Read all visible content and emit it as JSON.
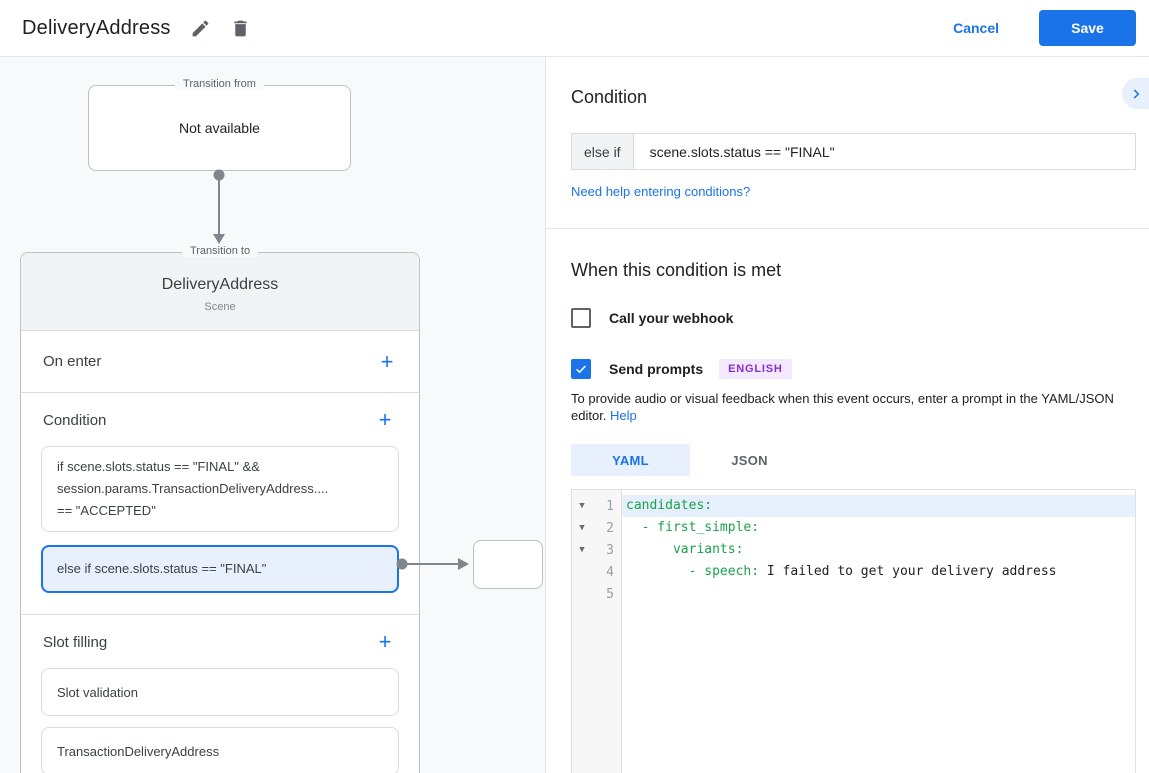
{
  "header": {
    "title": "DeliveryAddress",
    "cancel_label": "Cancel",
    "save_label": "Save"
  },
  "icons": {
    "plus": "+",
    "fold_open": "▼"
  },
  "colors": {
    "accent": "#1a73e8",
    "selected_bg": "#e8f0fe",
    "badge_bg": "#f3e8fd",
    "badge_text": "#8430ce",
    "code_key_green": "#1ca14a",
    "canvas_bg": "#f8f9fa"
  },
  "diagram": {
    "transition_from": {
      "label": "Transition from",
      "content": "Not available"
    },
    "transition_to": {
      "label": "Transition to",
      "scene_name": "DeliveryAddress",
      "scene_type": "Scene",
      "on_enter": {
        "title": "On enter"
      },
      "condition": {
        "title": "Condition",
        "items": [
          {
            "selected": false,
            "lines": [
              "if scene.slots.status == \"FINAL\" &&",
              "session.params.TransactionDeliveryAddress....",
              "== \"ACCEPTED\""
            ]
          },
          {
            "selected": true,
            "lines": [
              "else if scene.slots.status == \"FINAL\""
            ]
          }
        ]
      },
      "slot_filling": {
        "title": "Slot filling",
        "items": [
          {
            "label": "Slot validation"
          },
          {
            "label": "TransactionDeliveryAddress"
          }
        ]
      }
    }
  },
  "panel": {
    "title": "Condition",
    "condition": {
      "keyword": "else if",
      "expression": "scene.slots.status == \"FINAL\""
    },
    "help_link": "Need help entering conditions?",
    "section_title": "When this condition is met",
    "webhook": {
      "label": "Call your webhook",
      "checked": false
    },
    "prompts": {
      "label": "Send prompts",
      "checked": true,
      "badge": "ENGLISH"
    },
    "description": "To provide audio or visual feedback when this event occurs, enter a prompt in the YAML/JSON editor.",
    "description_link": "Help",
    "tabs": [
      {
        "label": "YAML",
        "active": true
      },
      {
        "label": "JSON",
        "active": false
      }
    ],
    "editor": {
      "lines": [
        {
          "number": "1",
          "fold": "▼",
          "segments": [
            {
              "text": "candidates:",
              "type": "key"
            }
          ]
        },
        {
          "number": "2",
          "fold": "▼",
          "segments": [
            {
              "text": "  - first_simple:",
              "type": "key"
            }
          ]
        },
        {
          "number": "3",
          "fold": "▼",
          "segments": [
            {
              "text": "      variants:",
              "type": "key"
            }
          ]
        },
        {
          "number": "4",
          "fold": "",
          "segments": [
            {
              "text": "        - speech:",
              "type": "key"
            },
            {
              "text": " I failed to get your delivery address",
              "type": "plain"
            }
          ]
        },
        {
          "number": "5",
          "fold": "",
          "segments": []
        }
      ]
    }
  }
}
